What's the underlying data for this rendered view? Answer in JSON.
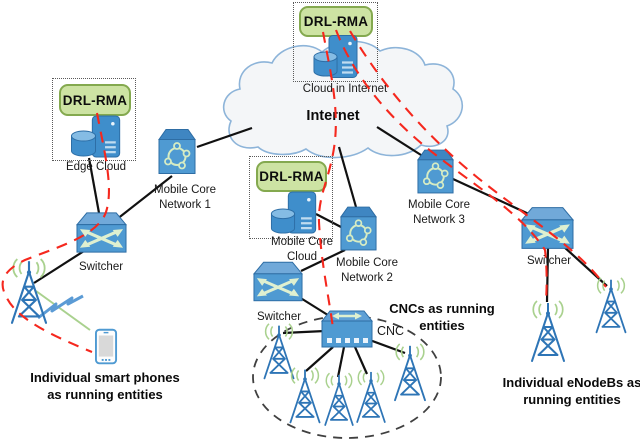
{
  "figure": {
    "type": "network-architecture-diagram",
    "drl_rma_label": "DRL-RMA",
    "internet": {
      "label": "Internet",
      "cloud_node_label": "Cloud in Internet"
    },
    "edge_cloud_label": "Edge Cloud",
    "mobile_core_cloud": {
      "line1": "Mobile Core",
      "line2": "Cloud"
    },
    "mobile_core_network_1": {
      "line1": "Mobile Core",
      "line2": "Network 1"
    },
    "mobile_core_network_2": {
      "line1": "Mobile Core",
      "line2": "Network 2"
    },
    "mobile_core_network_3": {
      "line1": "Mobile Core",
      "line2": "Network 3"
    },
    "switcher_label": "Switcher",
    "cnc_label": "CNC",
    "annotations": {
      "smart_phones": {
        "line1": "Individual smart phones",
        "line2": "as running entities"
      },
      "cncs": {
        "line1": "CNCs as running",
        "line2": "entities"
      },
      "enodebs": {
        "line1": "Individual eNodeBs as",
        "line2": "running entities"
      }
    },
    "icon_names": [
      "server-icon",
      "database-icon",
      "network-node-icon",
      "switch-icon",
      "cnc-switch-icon",
      "cell-tower-icon",
      "radio-waves-icon",
      "smartphone-icon",
      "lightning-icon",
      "internet-cloud-shape"
    ],
    "colors": {
      "node_blue": "#4f9ad2",
      "node_blue_dark": "#2e6da4",
      "drl_rma_fill": "#cde3a3",
      "drl_rma_border": "#84a94f",
      "flow_red": "#f5281e",
      "radio_green": "#a9d18e",
      "arrow_green": "#dff0d0",
      "cloud_fill": "#f4f6f8",
      "cloud_border": "#8db4d9",
      "link_black": "#111111"
    }
  }
}
